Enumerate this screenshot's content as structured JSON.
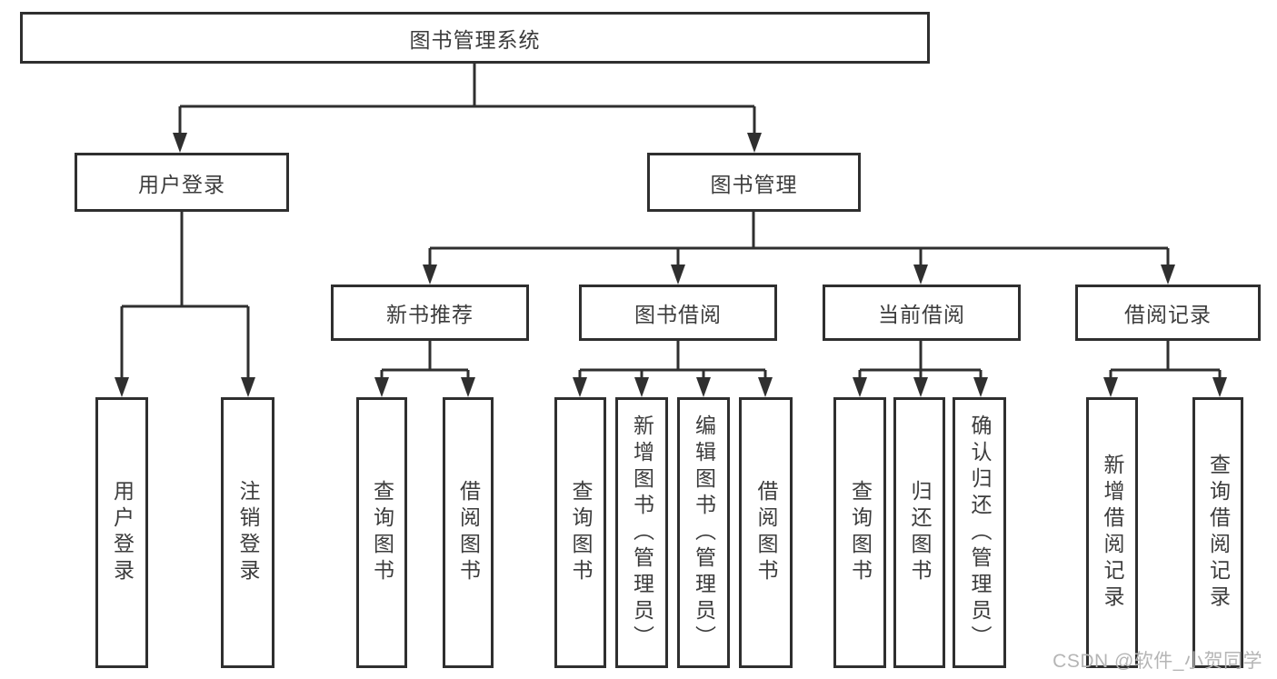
{
  "diagram": {
    "root": {
      "label": "图书管理系统"
    },
    "level2": [
      {
        "label": "用户登录"
      },
      {
        "label": "图书管理"
      }
    ],
    "level3": [
      {
        "label": "新书推荐"
      },
      {
        "label": "图书借阅"
      },
      {
        "label": "当前借阅"
      },
      {
        "label": "借阅记录"
      }
    ],
    "leaves": {
      "user_login": [
        {
          "label": "用户登录"
        },
        {
          "label": "注销登录"
        }
      ],
      "new_book_recommend": [
        {
          "label": "查询图书"
        },
        {
          "label": "借阅图书"
        }
      ],
      "book_borrow": [
        {
          "label": "查询图书"
        },
        {
          "label": "新增图书（管理员）"
        },
        {
          "label": "编辑图书（管理员）"
        },
        {
          "label": "借阅图书"
        }
      ],
      "current_borrow": [
        {
          "label": "查询图书"
        },
        {
          "label": "归还图书"
        },
        {
          "label": "确认归还（管理员）"
        }
      ],
      "borrow_records": [
        {
          "label": "新增借阅记录"
        },
        {
          "label": "查询借阅记录"
        }
      ]
    },
    "watermark": "CSDN @软件_小贺同学",
    "colors": {
      "line": "#2f2f2f",
      "text": "#3c3c3c",
      "watermark": "#b5b5b5",
      "background": "#ffffff"
    }
  }
}
